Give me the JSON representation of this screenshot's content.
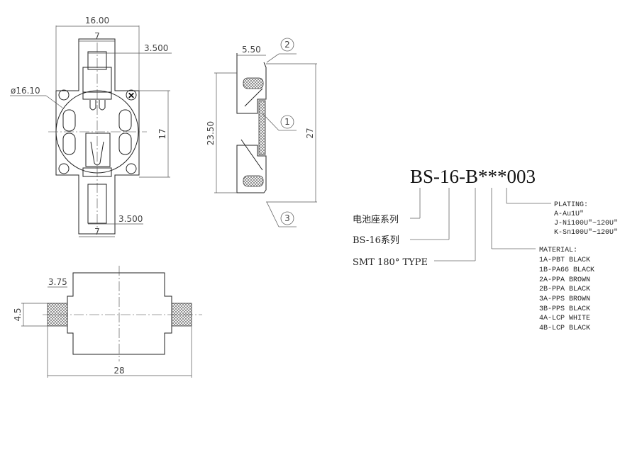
{
  "top_view": {
    "dim_width": "16.00",
    "dim_contact_width": "7",
    "dim_contact_pitch_top": "3.500",
    "dim_diameter": "ø16.10",
    "dim_height": "17",
    "dim_contact_pitch_bottom": "3.500",
    "dim_contact_width_bottom": "7"
  },
  "side_view": {
    "dim_depth": "5.50",
    "dim_height_inner": "23.50",
    "dim_height_total": "27",
    "callouts": [
      "1",
      "2",
      "3"
    ]
  },
  "bottom_view": {
    "dim_pad": "3.75",
    "dim_pad_height": "4.5",
    "dim_length": "28"
  },
  "part_number": {
    "code": "BS-16-B***003",
    "labels": {
      "series_cn": "电池座系列",
      "series": "BS-16系列",
      "type": "SMT 180° TYPE"
    },
    "plating": {
      "title": "PLATING:",
      "options": [
        "A-Au1U\"",
        "J-Ni100U\"~120U\"",
        "K-Sn100U\"~120U\""
      ]
    },
    "material": {
      "title": "MATERIAL:",
      "options": [
        "1A-PBT BLACK",
        "1B-PA66 BLACK",
        "2A-PPA BROWN",
        "2B-PPA BLACK",
        "3A-PPS BROWN",
        "3B-PPS BLACK",
        "4A-LCP WHITE",
        "4B-LCP BLACK"
      ]
    }
  }
}
